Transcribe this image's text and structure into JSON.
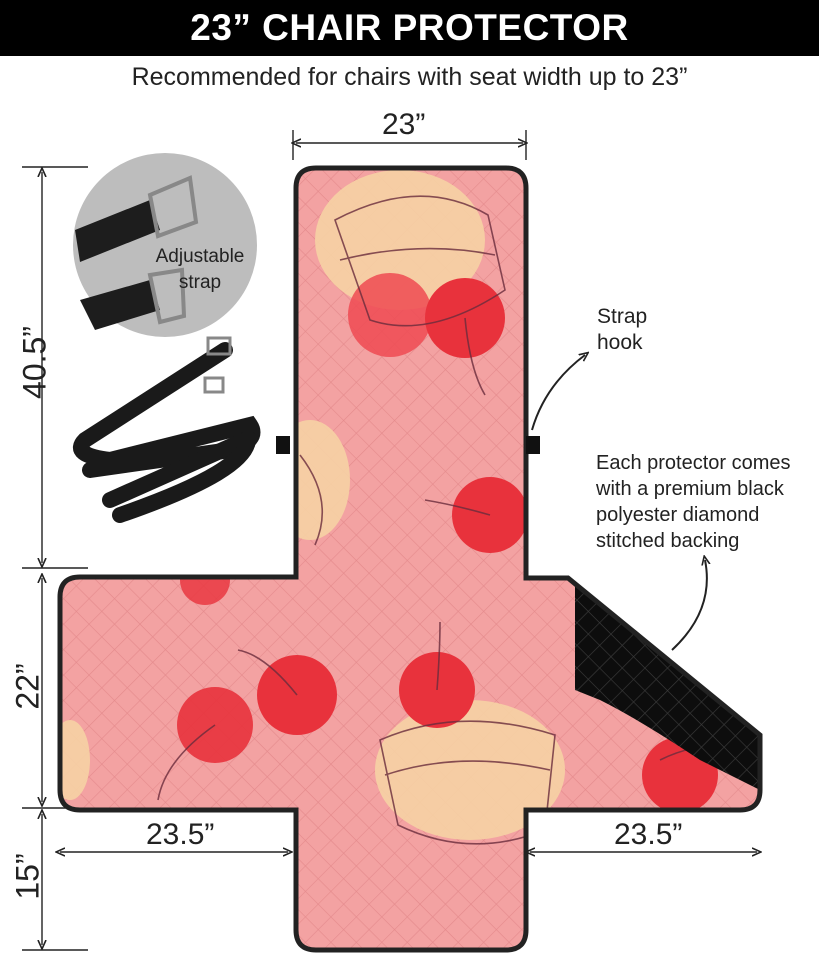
{
  "header": {
    "title": "23” CHAIR PROTECTOR"
  },
  "subtitle": "Recommended for chairs with seat width up to 23”",
  "dimensions": {
    "top_width": "23”",
    "back_height": "40.5”",
    "seat_depth": "22”",
    "front_drop": "15”",
    "left_arm": "23.5”",
    "right_arm": "23.5”"
  },
  "callouts": {
    "strap_label": "Adjustable strap",
    "strap_hook": "Strap hook",
    "backing_note": "Each protector comes with a premium black polyester diamond stitched backing"
  },
  "colors": {
    "fabric": "#f4a0a0",
    "cherry": "#e8323c",
    "cake_cream": "#f6d2a4",
    "backing": "#111111",
    "outline": "#222222"
  },
  "icons": [
    "strap-closeup-icon",
    "coiled-strap-icon",
    "arrow-icon"
  ]
}
